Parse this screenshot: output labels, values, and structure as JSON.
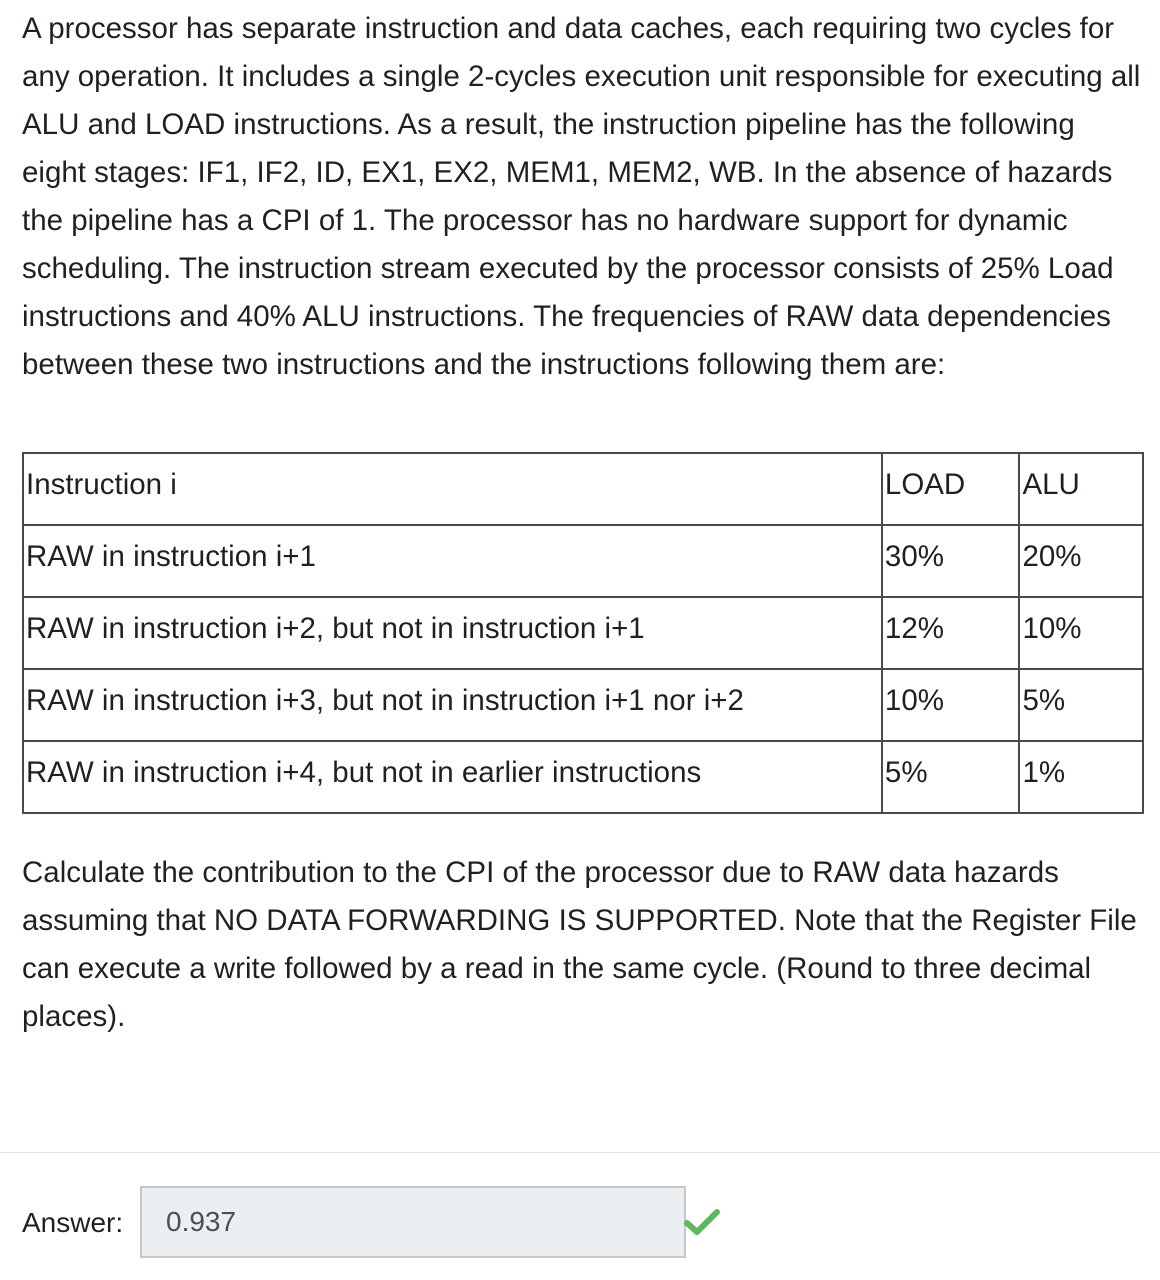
{
  "question": {
    "intro": "A processor has separate instruction and data caches, each requiring two cycles for any operation. It includes a single 2-cycles execution unit responsible for executing all ALU and LOAD instructions. As a result, the instruction pipeline has the following eight stages: IF1, IF2, ID, EX1, EX2, MEM1, MEM2, WB. In the absence of hazards the pipeline has a CPI of 1. The processor has no hardware support for dynamic scheduling. The instruction stream executed by the processor consists of 25% Load instructions and 40% ALU instructions. The frequencies of RAW data dependencies between these two instructions and the instructions following them are:",
    "table": {
      "headers": [
        "Instruction i",
        "LOAD",
        "ALU"
      ],
      "rows": [
        [
          "RAW in instruction i+1",
          "30%",
          "20%"
        ],
        [
          "RAW in instruction i+2, but not in instruction i+1",
          "12%",
          "10%"
        ],
        [
          "RAW in instruction i+3, but not in instruction i+1 nor i+2",
          "10%",
          "5%"
        ],
        [
          "RAW in instruction i+4, but not in earlier instructions",
          "5%",
          "1%"
        ]
      ]
    },
    "prompt": "Calculate the contribution to the CPI of the processor due to RAW data hazards assuming that NO DATA FORWARDING IS SUPPORTED. Note that the Register File can execute a write followed by a read in the same cycle. (Round to three decimal places)."
  },
  "answer": {
    "label": "Answer:",
    "value": "0.937",
    "status": "correct",
    "status_icon": "check-icon",
    "status_color": "#5cb85c"
  }
}
